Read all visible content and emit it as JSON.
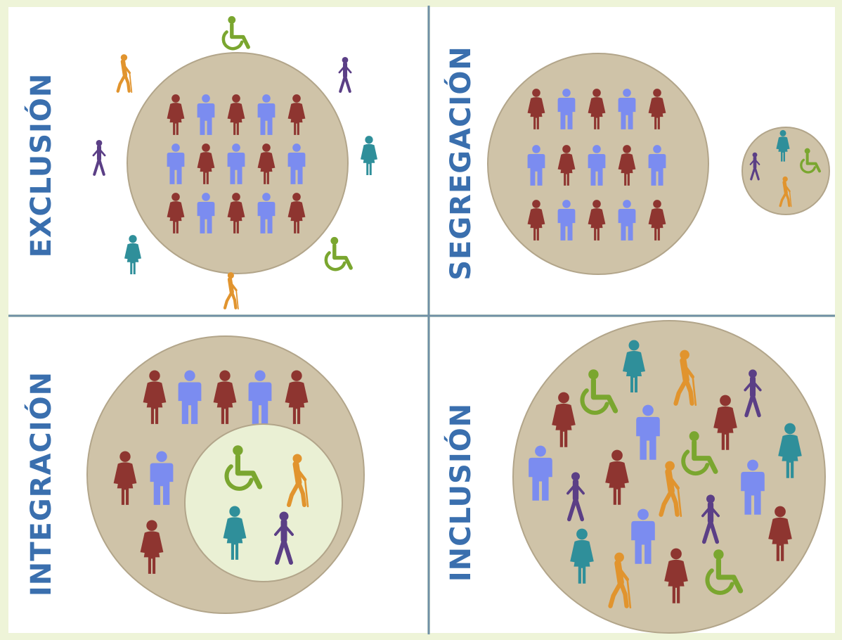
{
  "colors": {
    "background": "#eef4d8",
    "panel": "#ffffff",
    "divider": "#6f8fa6",
    "label": "#3a6fae",
    "circle_fill": "#cfc3a8",
    "circle_stroke": "#b2a58a",
    "inner_circle_fill": "#eaf0d4",
    "woman": "#8e3530",
    "man": "#7b8cf0",
    "teal": "#2f8f9a",
    "orange": "#e1942e",
    "purple": "#5b3f86",
    "green": "#7aa62f"
  },
  "quadrants": {
    "exclusion": {
      "label": "EXCLUSIÓN"
    },
    "segregation": {
      "label": "SEGREGACIÓN"
    },
    "integration": {
      "label": "INTEGRACIÓN"
    },
    "inclusion": {
      "label": "INCLUSIÓN"
    }
  },
  "icons": {
    "woman": "woman-icon",
    "man": "man-icon",
    "wheelchair": "wheelchair-icon",
    "walker": "cane-walker-icon"
  }
}
